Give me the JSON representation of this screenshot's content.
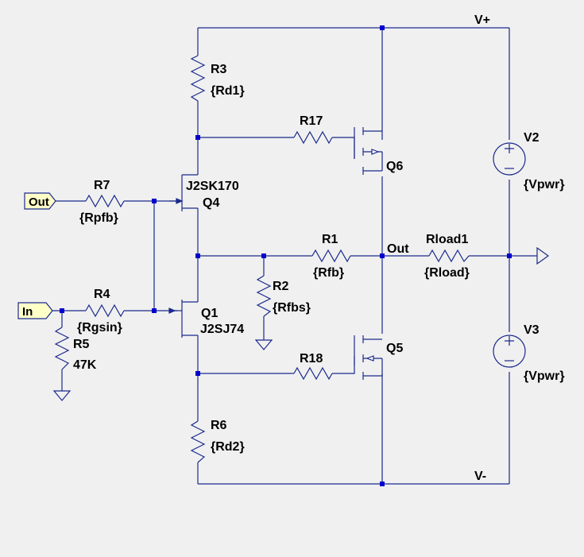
{
  "rails": {
    "positive": "V+",
    "negative": "V-"
  },
  "ports": {
    "out_label": "Out",
    "in_label": "In"
  },
  "net_labels": {
    "out": "Out"
  },
  "resistors": {
    "r3": {
      "name": "R3",
      "value": "{Rd1}"
    },
    "r17": {
      "name": "R17",
      "value": ""
    },
    "r7": {
      "name": "R7",
      "value": "{Rpfb}"
    },
    "r1": {
      "name": "R1",
      "value": "{Rfb}"
    },
    "rload1": {
      "name": "Rload1",
      "value": "{Rload}"
    },
    "r2": {
      "name": "R2",
      "value": "{Rfbs}"
    },
    "r4": {
      "name": "R4",
      "value": "{Rgsin}"
    },
    "r5": {
      "name": "R5",
      "value": "47K"
    },
    "r18": {
      "name": "R18",
      "value": ""
    },
    "r6": {
      "name": "R6",
      "value": "{Rd2}"
    }
  },
  "transistors": {
    "q4": {
      "name": "Q4",
      "model": "J2SK170"
    },
    "q1": {
      "name": "Q1",
      "model": "J2SJ74"
    },
    "q6": {
      "name": "Q6"
    },
    "q5": {
      "name": "Q5"
    }
  },
  "sources": {
    "v2": {
      "name": "V2",
      "value": "{Vpwr}"
    },
    "v3": {
      "name": "V3",
      "value": "{Vpwr}"
    }
  }
}
